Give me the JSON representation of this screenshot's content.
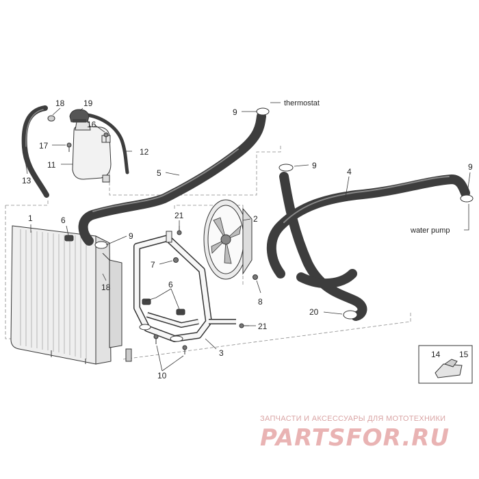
{
  "callouts": {
    "c1": "1",
    "c2": "2",
    "c3": "3",
    "c4": "4",
    "c5": "5",
    "c6a": "6",
    "c6b": "6",
    "c7": "7",
    "c8": "8",
    "c9a": "9",
    "c9b": "9",
    "c9c": "9",
    "c9d": "9",
    "c10": "10",
    "c11": "11",
    "c12": "12",
    "c13": "13",
    "c14": "14",
    "c15": "15",
    "c16": "16",
    "c17": "17",
    "c18a": "18",
    "c18b": "18",
    "c19": "19",
    "c20": "20",
    "c21a": "21",
    "c21b": "21"
  },
  "labels": {
    "thermostat": "thermostat",
    "water_pump": "water pump"
  },
  "footer": {
    "caption": "ЗАПЧАСТИ И АКСЕССУАРЫ ДЛЯ МОТОТЕХНИКИ",
    "logo": "PARTSFOR.RU"
  },
  "colors": {
    "line": "#333333",
    "hose": "#3d3d3d",
    "watermark": "#e9b3b3"
  }
}
